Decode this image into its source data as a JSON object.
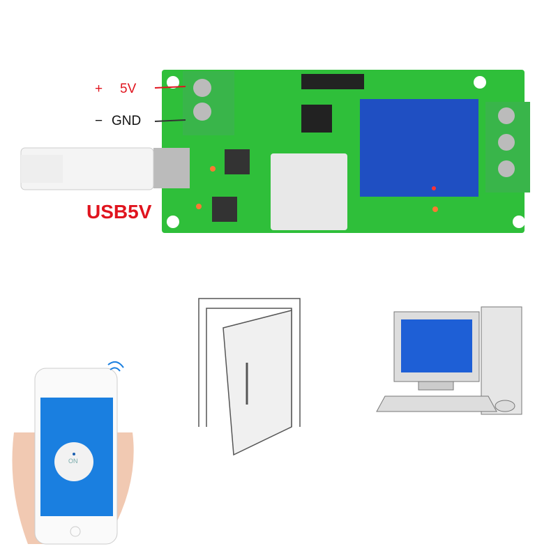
{
  "labels": {
    "plus": "+",
    "v5": "5V",
    "minus": "−",
    "gnd": "GND",
    "usb": "USB5V"
  },
  "phone": {
    "button_label": "ON"
  },
  "colors": {
    "board": "#2fbf3a",
    "terminal": "#39b54a",
    "relay": "#1f4fc2",
    "label_red": "#e0141e",
    "phone_screen": "#1a7fe0"
  }
}
